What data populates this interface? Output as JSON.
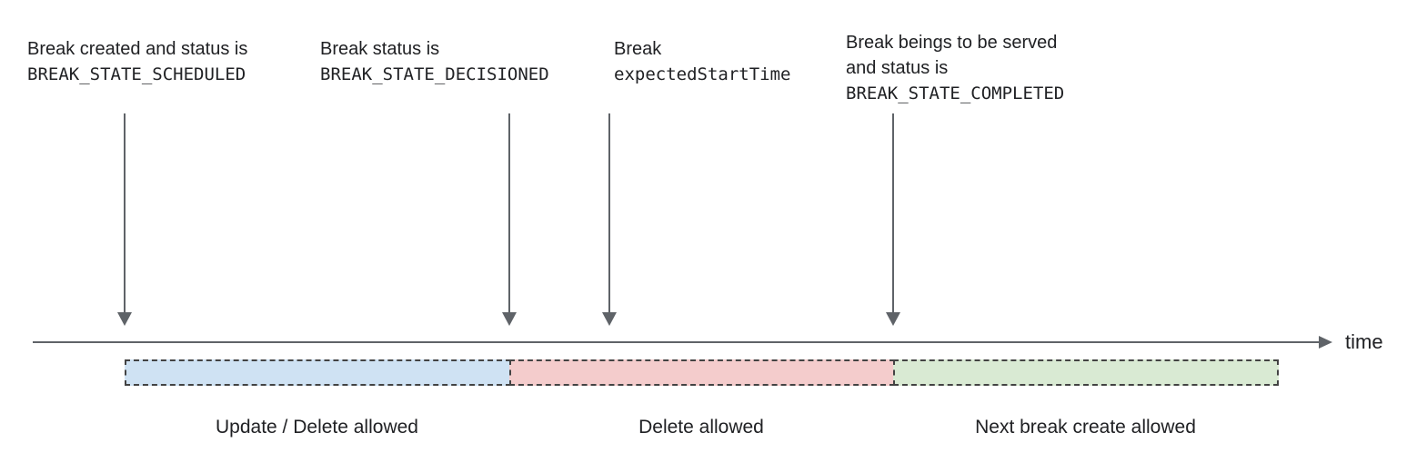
{
  "annotations": {
    "scheduled": {
      "line1": "Break created and status is",
      "line2": "BREAK_STATE_SCHEDULED"
    },
    "decisioned": {
      "line1": "Break status is",
      "line2": "BREAK_STATE_DECISIONED"
    },
    "expected_start": {
      "line1": "Break",
      "line2": "expectedStartTime"
    },
    "completed": {
      "line1": "Break beings to be served",
      "line2": "and status is",
      "line3": "BREAK_STATE_COMPLETED"
    }
  },
  "timeline": {
    "axis_label": "time"
  },
  "segments": {
    "update_delete": {
      "label": "Update / Delete allowed",
      "color": "#cfe2f3"
    },
    "delete_only": {
      "label": "Delete allowed",
      "color": "#f4cccc"
    },
    "next_create": {
      "label": "Next break create allowed",
      "color": "#d9ead3"
    }
  },
  "colors": {
    "arrow": "#5f6368",
    "segment_border": "#434343",
    "text": "#202124"
  }
}
